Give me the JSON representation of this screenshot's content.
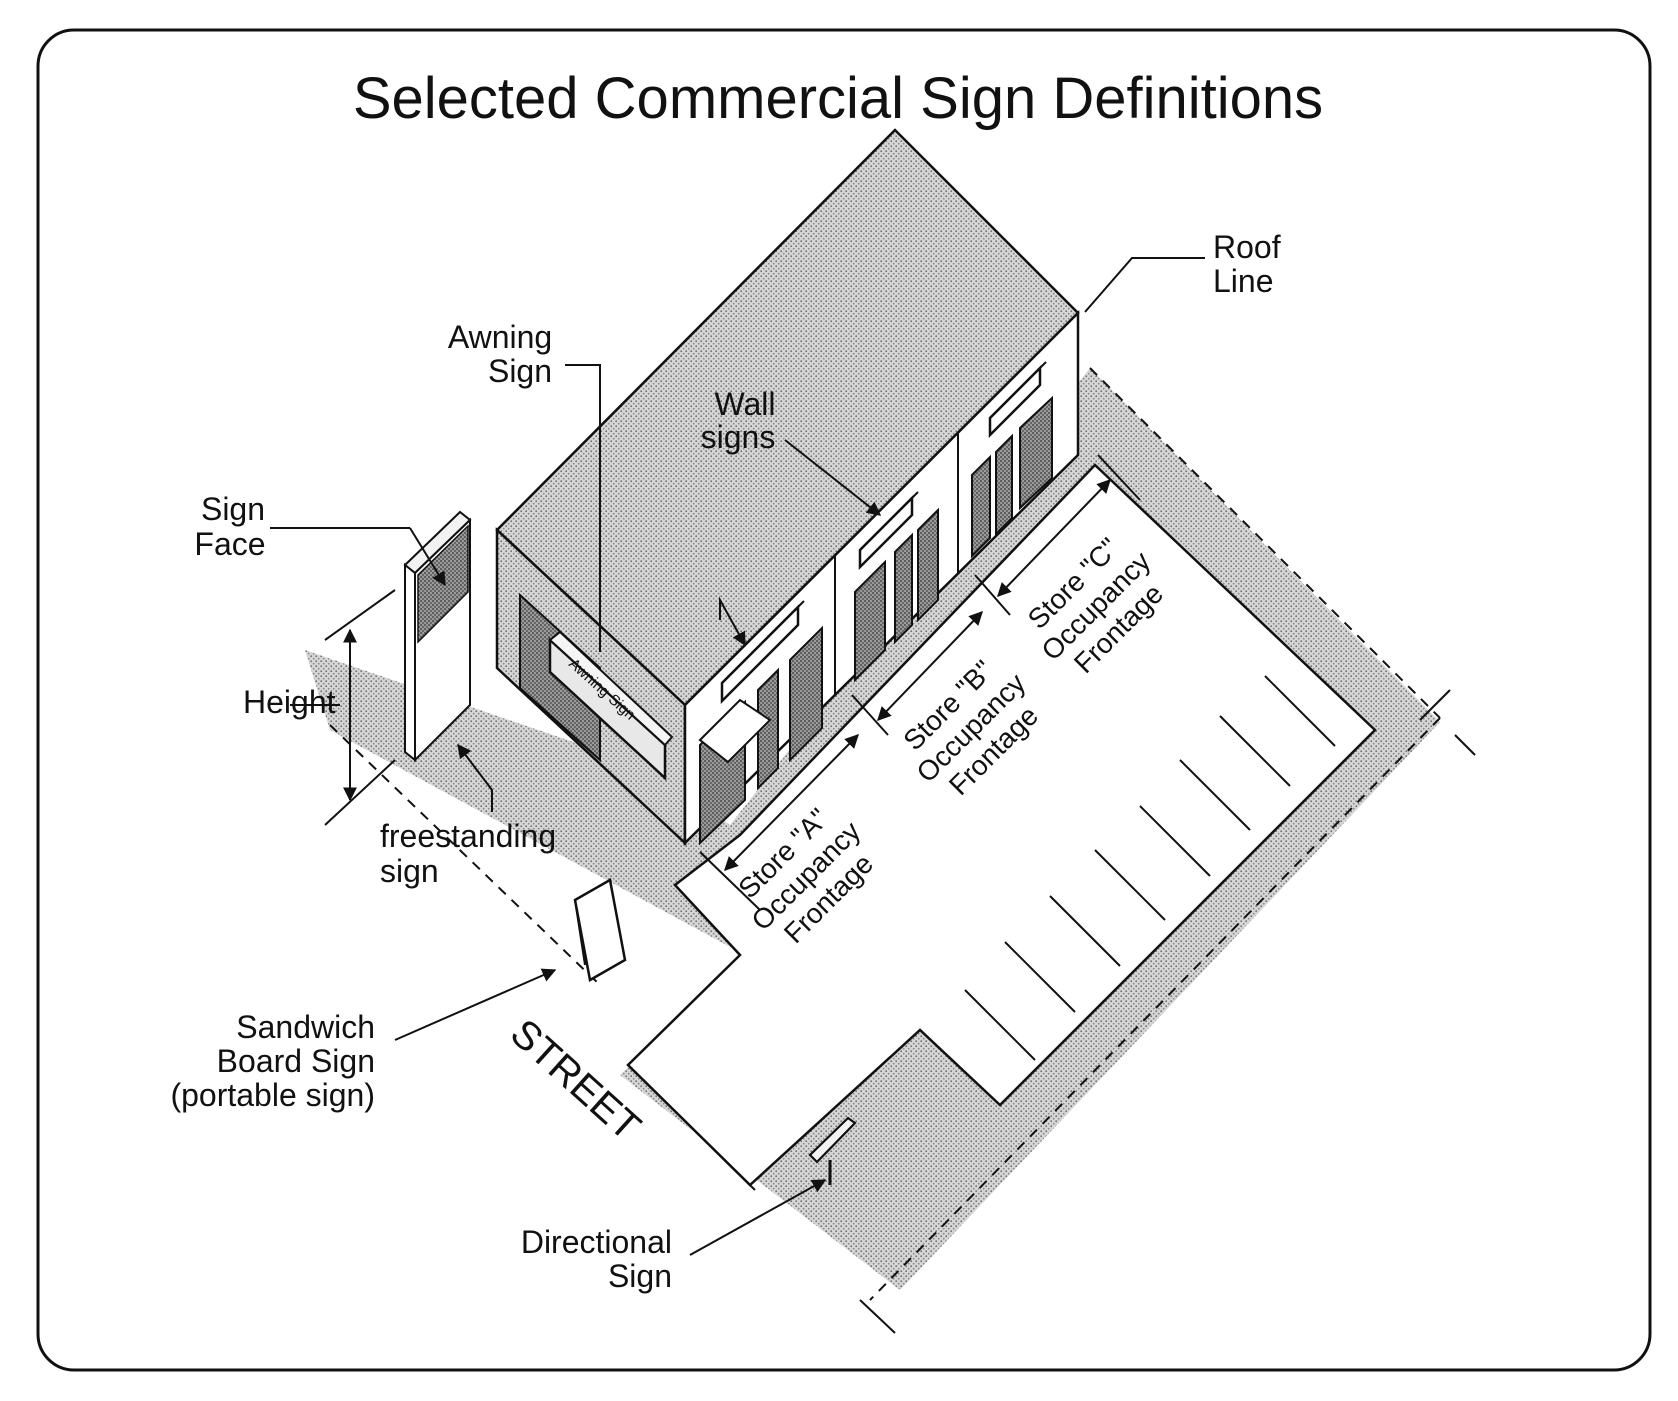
{
  "title": "Selected Commercial Sign Definitions",
  "labels": {
    "roof_line": [
      "Roof",
      "Line"
    ],
    "awning_sign": [
      "Awning",
      "Sign"
    ],
    "wall_signs": [
      "Wall",
      "signs"
    ],
    "sign_face": [
      "Sign",
      "Face"
    ],
    "height": "Height",
    "freestanding_sign": [
      "freestanding",
      "sign"
    ],
    "sandwich_board_sign": [
      "Sandwich",
      "Board Sign",
      "(portable sign)"
    ],
    "street": "STREET",
    "directional_sign": [
      "Directional",
      "Sign"
    ],
    "store_a": [
      "Store \"A\"",
      "Occupancy",
      "Frontage"
    ],
    "store_b": [
      "Store \"B\"",
      "Occupancy",
      "Frontage"
    ],
    "store_c": [
      "Store \"C\"",
      "Occupancy",
      "Frontage"
    ],
    "awning_text": "Awning Sign"
  },
  "colors": {
    "ink": "#111111",
    "shade": "#c9c9c9",
    "paper": "#ffffff"
  }
}
